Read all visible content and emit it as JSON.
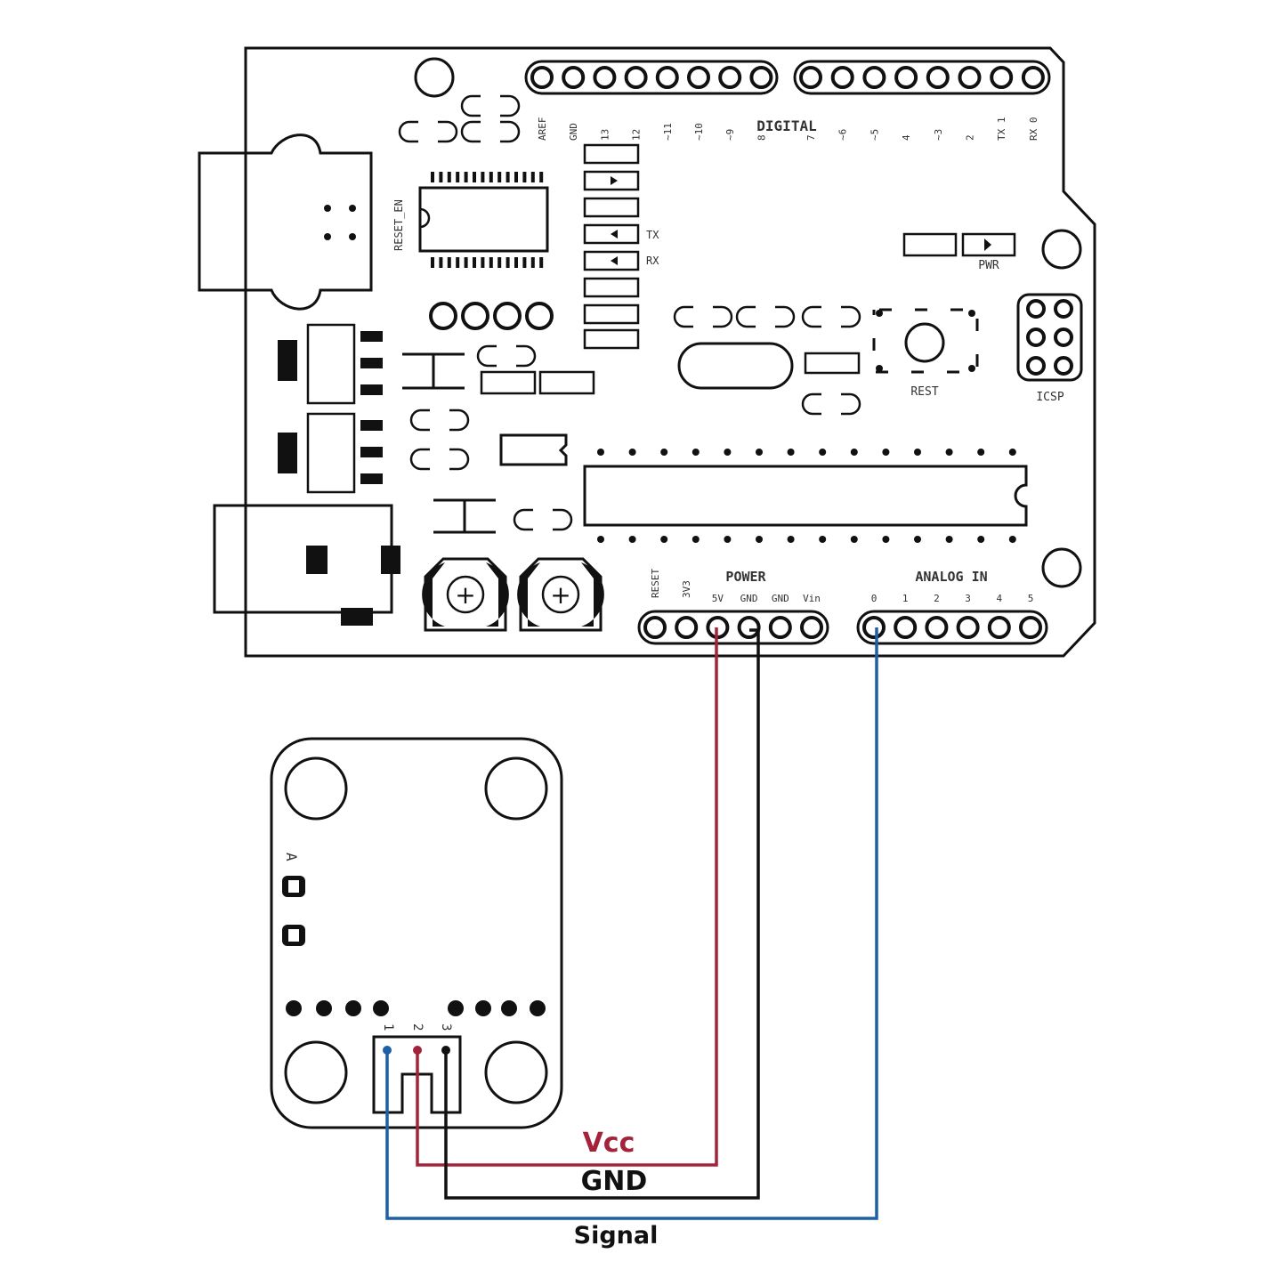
{
  "board": {
    "digital_label": "DIGITAL",
    "power_label": "POWER",
    "analog_label": "ANALOG IN",
    "reset_label": "REST",
    "icsp_label": "ICSP",
    "pwr_label": "PWR",
    "reset_en_label": "RESET_EN",
    "tx_label": "TX",
    "rx_label": "RX",
    "digital_pin_labels": [
      "AREF",
      "GND",
      "13",
      "12",
      "~11",
      "~10",
      "~9",
      "8",
      "7",
      "~6",
      "~5",
      "4",
      "~3",
      "2",
      "TX 1",
      "RX 0"
    ],
    "power_pin_labels": [
      "RESET",
      "3V3",
      "5V",
      "GND",
      "GND",
      "Vin"
    ],
    "analog_pin_labels": [
      "0",
      "1",
      "2",
      "3",
      "4",
      "5"
    ],
    "module_pin_labels": [
      "1",
      "2",
      "3"
    ],
    "module_side_label": "A"
  },
  "wires": [
    {
      "label": "Vcc",
      "color": "#a3233a"
    },
    {
      "label": "GND",
      "color": "#111111"
    },
    {
      "label": "Signal",
      "color": "#1f5fa8"
    }
  ]
}
